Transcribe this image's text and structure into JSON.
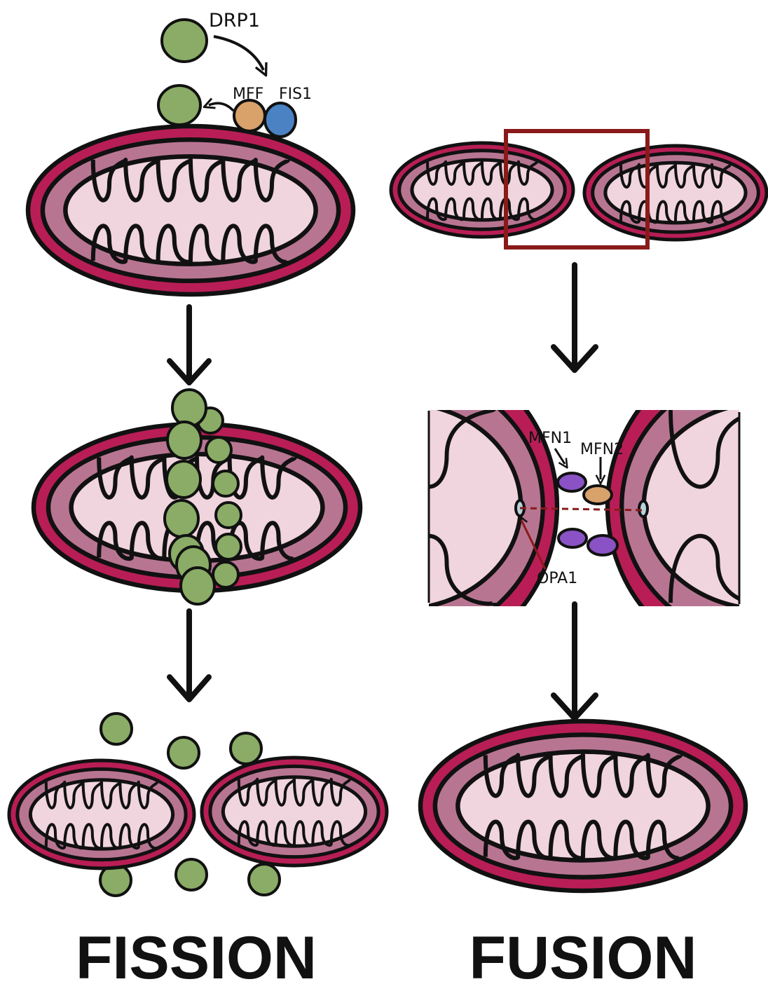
{
  "labels": {
    "drp1": "DRP1",
    "mff": "MFF",
    "fis1": "FIS1",
    "mfn1": "MFN1",
    "mfn2": "MFN2",
    "opa1": "OPA1"
  },
  "titles": {
    "fission": "FISSION",
    "fusion": "FUSION"
  },
  "colors": {
    "outer_membrane": "#b81e55",
    "intermembrane": "#b87592",
    "matrix": "#f0d4de",
    "drp1": "#8aac66",
    "mff": "#d9a26a",
    "fis1": "#4a82c4",
    "mfn1": "#8a52c4",
    "mfn2": "#d9a26a",
    "opa1": "#b9d2dc",
    "box": "#8a1a1a"
  }
}
